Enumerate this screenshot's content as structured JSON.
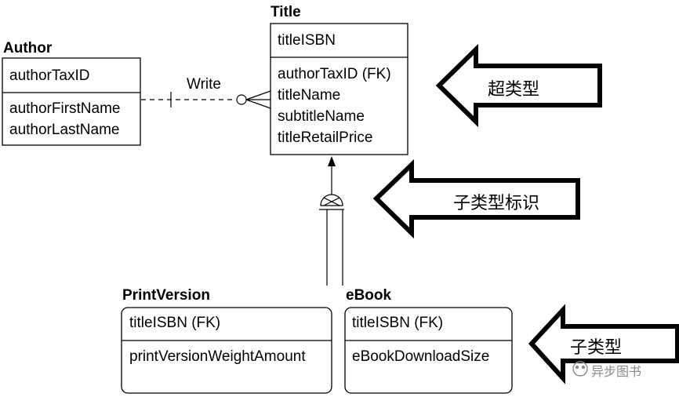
{
  "entities": {
    "author": {
      "name": "Author",
      "key": "authorTaxID",
      "attributes": [
        "authorFirstName",
        "authorLastName"
      ]
    },
    "title": {
      "name": "Title",
      "key": "titleISBN",
      "attributes": [
        "authorTaxID (FK)",
        "titleName",
        "subtitleName",
        "titleRetailPrice"
      ]
    },
    "print_version": {
      "name": "PrintVersion",
      "key": "titleISBN (FK)",
      "attributes": [
        "printVersionWeightAmount"
      ]
    },
    "ebook": {
      "name": "eBook",
      "key": "titleISBN (FK)",
      "attributes": [
        "eBookDownloadSize"
      ]
    }
  },
  "relationship": {
    "label": "Write"
  },
  "arrows": {
    "supertype": "超类型",
    "subtype_discriminator": "子类型标识",
    "subtype": "子类型"
  },
  "watermark": "异步图书"
}
